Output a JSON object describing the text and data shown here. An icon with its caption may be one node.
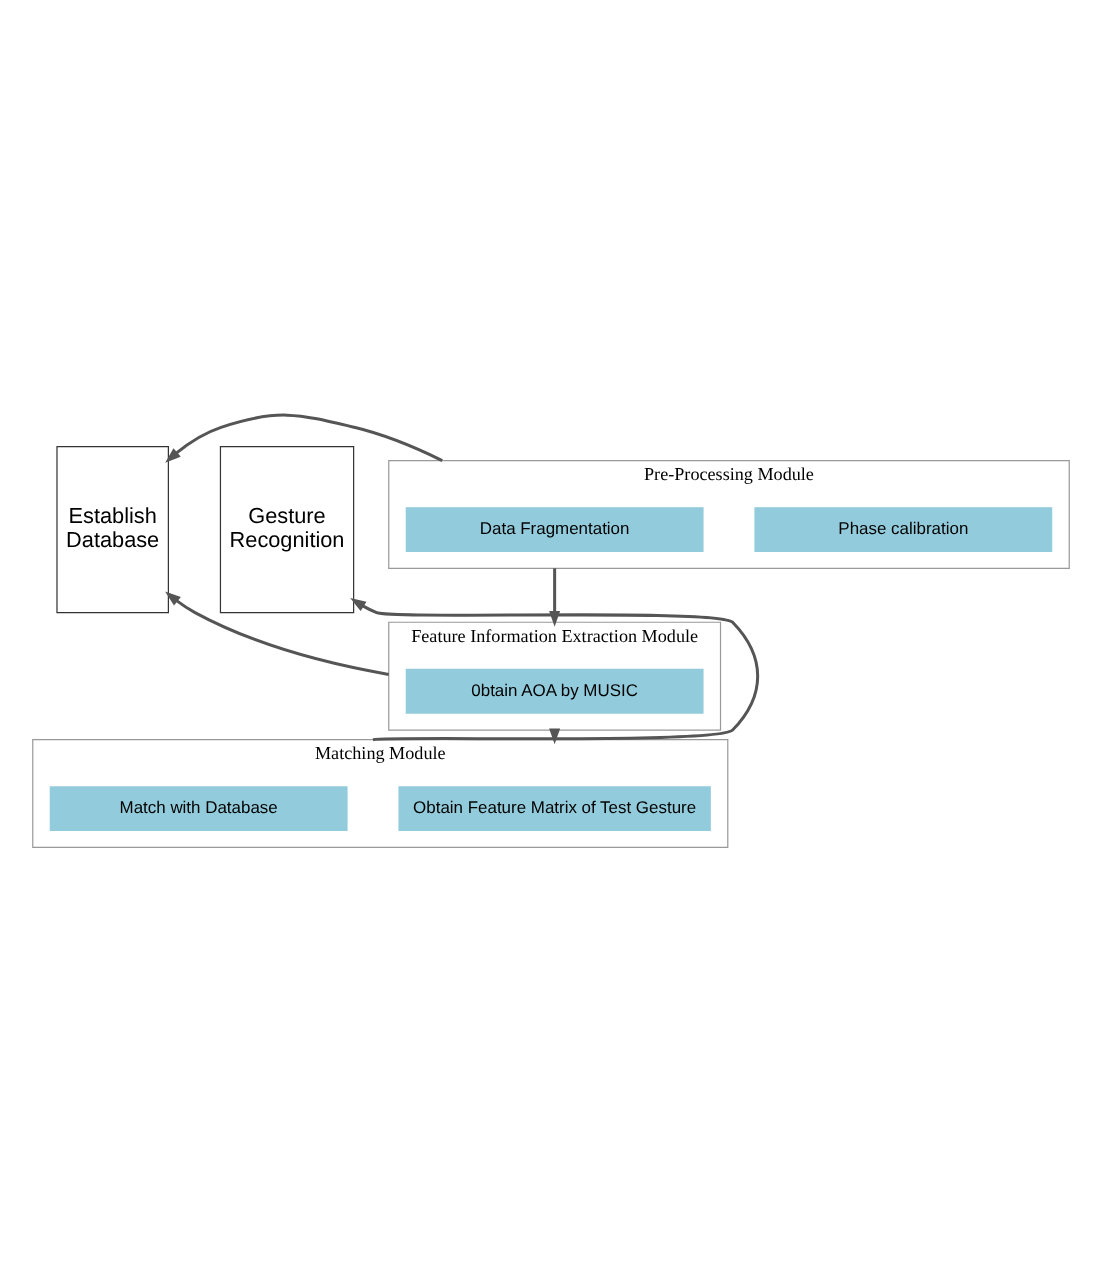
{
  "diagram": {
    "nodes": [
      {
        "text": [
          "Establish Database"
        ]
      },
      {
        "text": [
          "Pre-Processing Module"
        ]
      },
      {
        "text": [
          "Phase calibration"
        ],
        "in": 1
      },
      {
        "text": [
          "Data Fragmentation"
        ],
        "in": 1
      },
      {
        "text": [
          "Feature Information Extraction Module"
        ]
      },
      {
        "text": [
          "0btain AOA by MUSIC"
        ],
        "in": 4
      },
      {
        "text": [
          "Gesture Recognition"
        ]
      },
      {
        "text": [
          "Matching Module"
        ]
      },
      {
        "text": [
          "Obtain Feature Matrix of Test Gesture"
        ],
        "in": 7
      },
      {
        "text": [
          "Match with Database"
        ],
        "in": 7
      }
    ],
    "edges": [
      {
        "from": 1,
        "to": 4,
        "arrow": "to"
      },
      {
        "from": 4,
        "to": 7,
        "arrow": "to"
      },
      {
        "from": 1,
        "to": 0,
        "arrow": "to"
      },
      {
        "from": 4,
        "to": 0,
        "arrow": "to"
      },
      {
        "from": 7,
        "to": 6,
        "arrow": "to"
      }
    ]
  }
}
